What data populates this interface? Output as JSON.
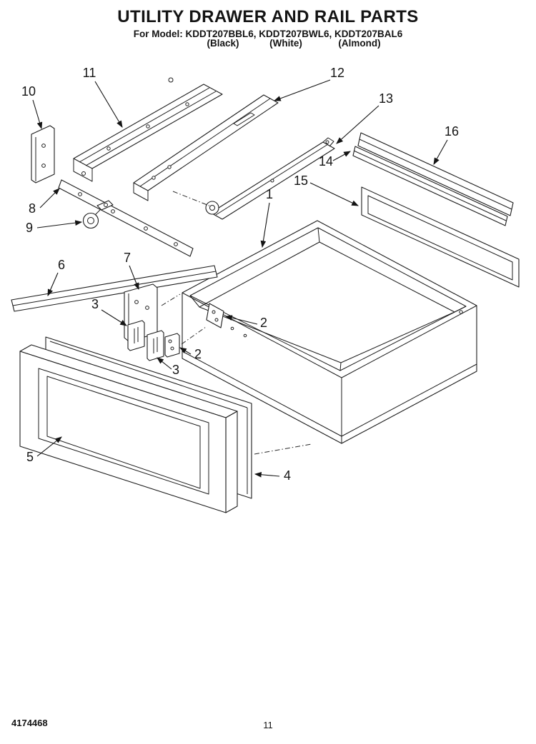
{
  "page": {
    "title": "UTILITY DRAWER AND RAIL PARTS",
    "model_line": "For Model: KDDT207BBL6, KDDT207BWL6, KDDT207BAL6",
    "color_labels": [
      "(Black)",
      "(White)",
      "(Almond)"
    ],
    "doc_number": "4174468",
    "page_number": "11"
  },
  "diagram": {
    "callouts": [
      {
        "part": "10"
      },
      {
        "part": "11"
      },
      {
        "part": "12"
      },
      {
        "part": "13"
      },
      {
        "part": "16"
      },
      {
        "part": "14"
      },
      {
        "part": "15"
      },
      {
        "part": "1"
      },
      {
        "part": "8"
      },
      {
        "part": "9"
      },
      {
        "part": "6"
      },
      {
        "part": "7"
      },
      {
        "part": "3"
      },
      {
        "part": "2"
      },
      {
        "part": "2"
      },
      {
        "part": "3"
      },
      {
        "part": "5"
      },
      {
        "part": "4"
      }
    ]
  }
}
